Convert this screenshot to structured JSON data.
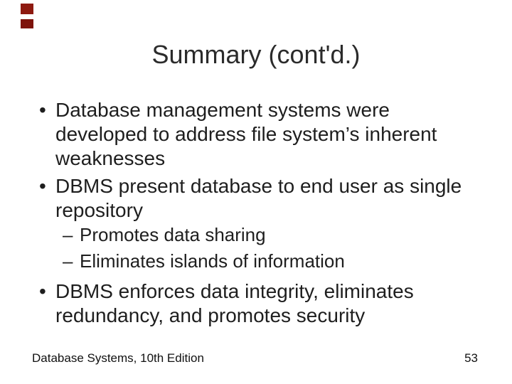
{
  "slide": {
    "title": "Summary (cont'd.)",
    "bullets": [
      {
        "marker": "•",
        "level": 1,
        "lines": [
          "Database management systems were",
          "developed to address file system’s inherent",
          "weaknesses"
        ]
      },
      {
        "marker": "•",
        "level": 1,
        "lines": [
          "DBMS present database to end user as single",
          "repository"
        ]
      },
      {
        "marker": "–",
        "level": 2,
        "lines": [
          "Promotes data sharing"
        ]
      },
      {
        "marker": "–",
        "level": 2,
        "lines": [
          "Eliminates islands of information"
        ]
      },
      {
        "marker": "•",
        "level": 1,
        "lines": [
          "DBMS enforces data integrity, eliminates",
          "redundancy, and promotes security"
        ]
      }
    ],
    "footer": {
      "left_text": "Database Systems, 10th Edition",
      "page_number": "53"
    },
    "decoration": {
      "accent_color_top": "#8E1A10",
      "accent_color_bottom": "#7E130B"
    }
  }
}
